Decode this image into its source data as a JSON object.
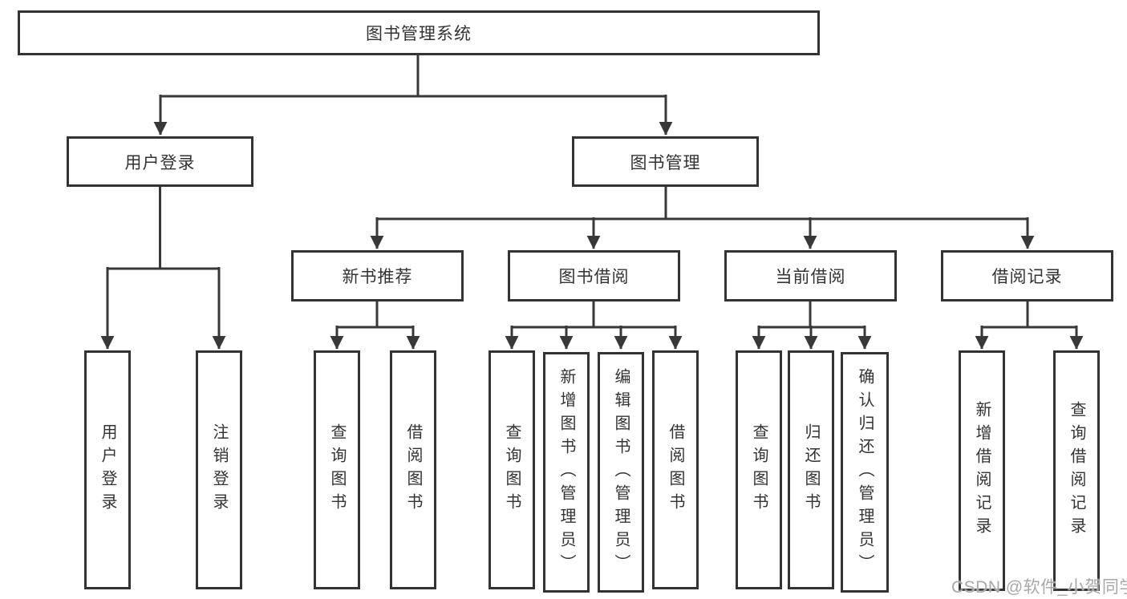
{
  "diagram": {
    "type": "tree",
    "root": {
      "id": "system",
      "label": "图书管理系统"
    },
    "level2": [
      {
        "id": "user-login",
        "label": "用户登录",
        "parent": "system"
      },
      {
        "id": "book-management",
        "label": "图书管理",
        "parent": "system"
      }
    ],
    "level3": [
      {
        "id": "new-book-recommend",
        "label": "新书推荐",
        "parent": "book-management"
      },
      {
        "id": "book-borrow",
        "label": "图书借阅",
        "parent": "book-management"
      },
      {
        "id": "current-borrow",
        "label": "当前借阅",
        "parent": "book-management"
      },
      {
        "id": "borrow-records",
        "label": "借阅记录",
        "parent": "book-management"
      }
    ],
    "leaves": {
      "user_login": [
        {
          "label": "用户登录"
        },
        {
          "label": "注销登录"
        }
      ],
      "new_book_recommend": [
        {
          "label": "查询图书"
        },
        {
          "label": "借阅图书"
        }
      ],
      "book_borrow": [
        {
          "label": "查询图书"
        },
        {
          "label": "新增图书（管理员）"
        },
        {
          "label": "编辑图书（管理员）"
        },
        {
          "label": "借阅图书"
        }
      ],
      "current_borrow": [
        {
          "label": "查询图书"
        },
        {
          "label": "归还图书"
        },
        {
          "label": "确认归还（管理员）"
        }
      ],
      "borrow_records": [
        {
          "label": "新增借阅记录"
        },
        {
          "label": "查询借阅记录"
        }
      ]
    }
  },
  "watermark": "CSDN @软件_小贺同学",
  "colors": {
    "line": "#383838",
    "border": "#333333",
    "text": "#333333",
    "background": "#ffffff",
    "watermark": "#a8a8a8"
  }
}
